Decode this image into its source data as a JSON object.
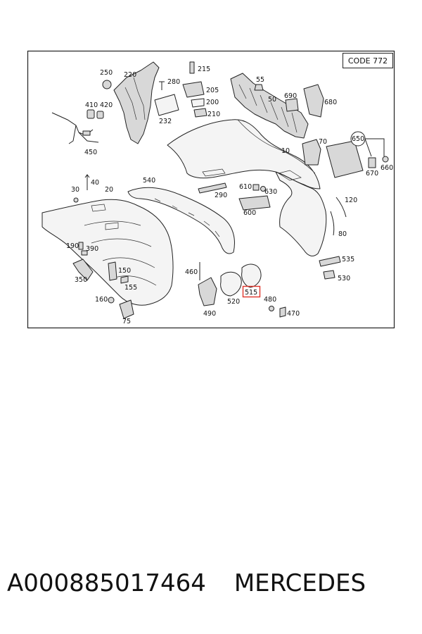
{
  "diagram": {
    "code": "CODE 772",
    "highlighted": "515",
    "highlight_color": "#e0352b",
    "callouts": [
      "250",
      "220",
      "280",
      "215",
      "205",
      "200",
      "210",
      "232",
      "55",
      "50",
      "690",
      "680",
      "410",
      "420",
      "450",
      "10",
      "70",
      "650",
      "670",
      "660",
      "40",
      "30",
      "20",
      "540",
      "290",
      "610",
      "630",
      "600",
      "120",
      "80",
      "190",
      "390",
      "350",
      "150",
      "155",
      "160",
      "75",
      "460",
      "490",
      "520",
      "515",
      "480",
      "470",
      "535",
      "530"
    ]
  },
  "caption": {
    "part_number": "A000885017464",
    "brand": "MERCEDES"
  }
}
